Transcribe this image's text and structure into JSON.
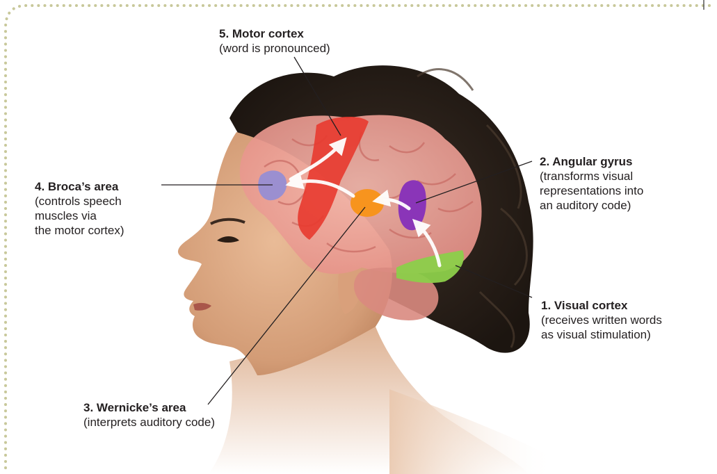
{
  "labels": {
    "motor": {
      "title": "5. Motor cortex",
      "desc": "(word is pronounced)"
    },
    "angular": {
      "title": "2. Angular gyrus",
      "desc": "(transforms visual\nrepresentations into\nan auditory code)"
    },
    "broca": {
      "title": "4. Broca’s area",
      "desc": "(controls speech\nmuscles via\nthe motor cortex)"
    },
    "visual": {
      "title": "1. Visual cortex",
      "desc": "(receives written words\nas visual stimulation)"
    },
    "wernicke": {
      "title": "3. Wernicke’s area",
      "desc": "(interprets auditory code)"
    }
  },
  "colors": {
    "border_dots": "#c8c89a",
    "brain": "#efa9a0",
    "motor_cortex": "#e83a2f",
    "angular_gyrus": "#8a35b8",
    "broca_area": "#9b8fd0",
    "visual_cortex": "#8ccf4a",
    "wernicke_area": "#f7941e",
    "hair": "#2e241d",
    "skin": "#d8a47f"
  }
}
